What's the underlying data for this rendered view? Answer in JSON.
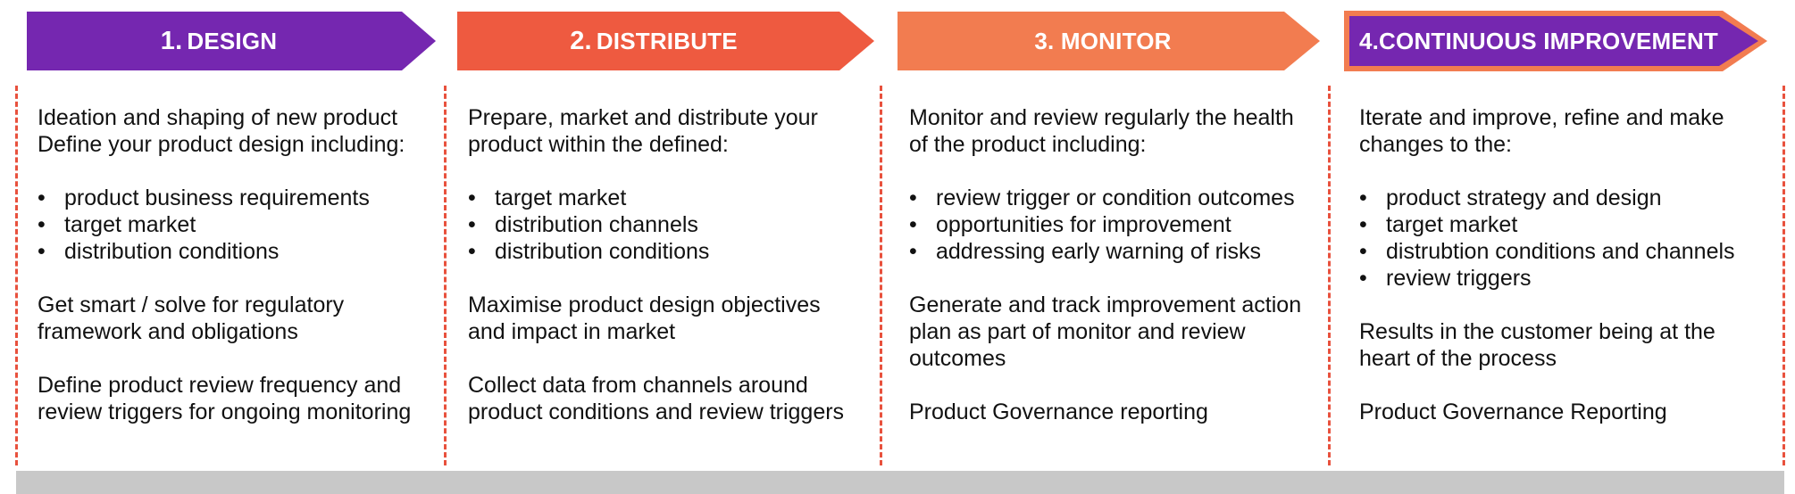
{
  "colors": {
    "design": "#7527b0",
    "distribute": "#ee5a40",
    "monitor": "#f27c50",
    "improvement_fill": "#7527b0",
    "improvement_border": "#f27c50",
    "divider": "#e8513d",
    "bar": "#c8c8c8"
  },
  "stages": [
    {
      "num": "1.",
      "title": "DESIGN",
      "blocks": [
        {
          "type": "text",
          "lines": [
            "Ideation  and shaping of new product",
            "Define your product design including:"
          ]
        },
        {
          "type": "list",
          "items": [
            "product business requirements",
            "target market",
            "distribution conditions"
          ]
        },
        {
          "type": "text",
          "lines": [
            "Get smart / solve for regulatory",
            "framework and obligations"
          ]
        },
        {
          "type": "text",
          "lines": [
            "Define product review frequency and",
            "review triggers for ongoing monitoring"
          ]
        }
      ]
    },
    {
      "num": "2.",
      "title": "DISTRIBUTE",
      "blocks": [
        {
          "type": "text",
          "lines": [
            "Prepare, market and distribute your",
            "product within the defined:"
          ]
        },
        {
          "type": "list",
          "items": [
            "target market",
            "distribution channels",
            "distribution conditions"
          ]
        },
        {
          "type": "text",
          "lines": [
            "Maximise product design objectives",
            "and  impact in market"
          ]
        },
        {
          "type": "text",
          "lines": [
            "Collect data from channels around",
            "product conditions and review triggers"
          ]
        }
      ]
    },
    {
      "num": "",
      "title": "3. MONITOR",
      "blocks": [
        {
          "type": "text",
          "lines": [
            "Monitor and review regularly  the health",
            "of the product including:"
          ]
        },
        {
          "type": "list",
          "items": [
            "review trigger or condition outcomes",
            "opportunities for improvement",
            "addressing early warning of risks"
          ]
        },
        {
          "type": "text",
          "lines": [
            "Generate and track improvement action",
            "plan as part of monitor and review",
            "outcomes"
          ]
        },
        {
          "type": "text",
          "lines": [
            "Product Governance reporting"
          ]
        }
      ]
    },
    {
      "num": "",
      "title": "4.CONTINUOUS IMPROVEMENT",
      "blocks": [
        {
          "type": "text",
          "lines": [
            "Iterate and improve, refine and make",
            "changes to the:"
          ]
        },
        {
          "type": "list",
          "items": [
            "product strategy and design",
            "target market",
            "distrubtion conditions and channels",
            "review triggers"
          ]
        },
        {
          "type": "text",
          "lines": [
            "Results in the customer being at the",
            "heart of the process"
          ]
        },
        {
          "type": "text",
          "lines": [
            "Product Governance Reporting"
          ]
        }
      ]
    }
  ]
}
